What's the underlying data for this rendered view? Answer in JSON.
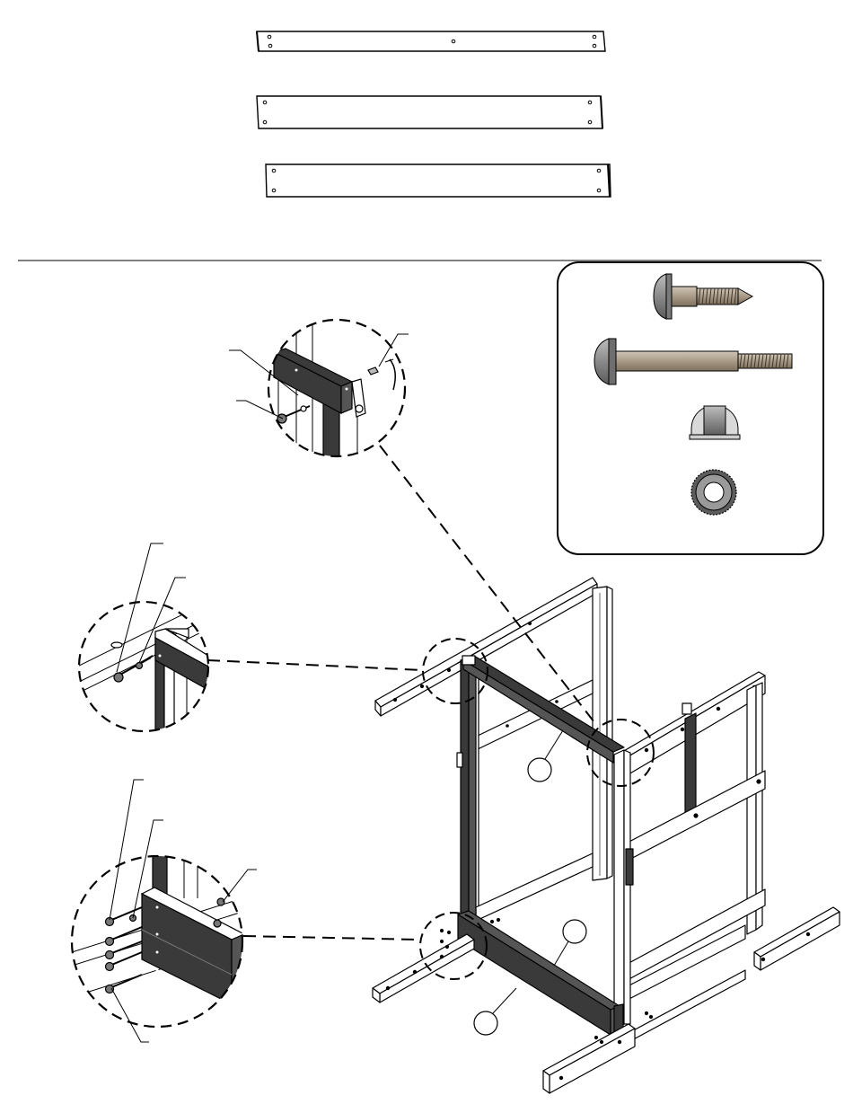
{
  "page": {
    "kind": "assembly-instruction-drawing",
    "colors": {
      "ink": "#000000",
      "dark_lumber": "#3a3a3a",
      "light_lumber": "#ffffff",
      "hardware_steel": "#8a8a8a",
      "hardware_wood": "#a89a86"
    }
  },
  "boards": [
    {
      "name": "board-1",
      "holes": 5
    },
    {
      "name": "board-2",
      "holes": 4
    },
    {
      "name": "board-3",
      "holes": 4
    }
  ],
  "hardware_panel": {
    "items": [
      {
        "icon": "short-lag-bolt-icon"
      },
      {
        "icon": "long-carriage-bolt-icon"
      },
      {
        "icon": "t-nut-icon"
      },
      {
        "icon": "lock-washer-icon"
      }
    ]
  },
  "detail_views": [
    {
      "name": "detail-top-right-corner"
    },
    {
      "name": "detail-top-left-corner"
    },
    {
      "name": "detail-bottom-left-corner"
    }
  ],
  "callout_circles": [
    {
      "name": "part-callout-upper"
    },
    {
      "name": "part-callout-lower-right"
    },
    {
      "name": "part-callout-lower-left"
    }
  ]
}
